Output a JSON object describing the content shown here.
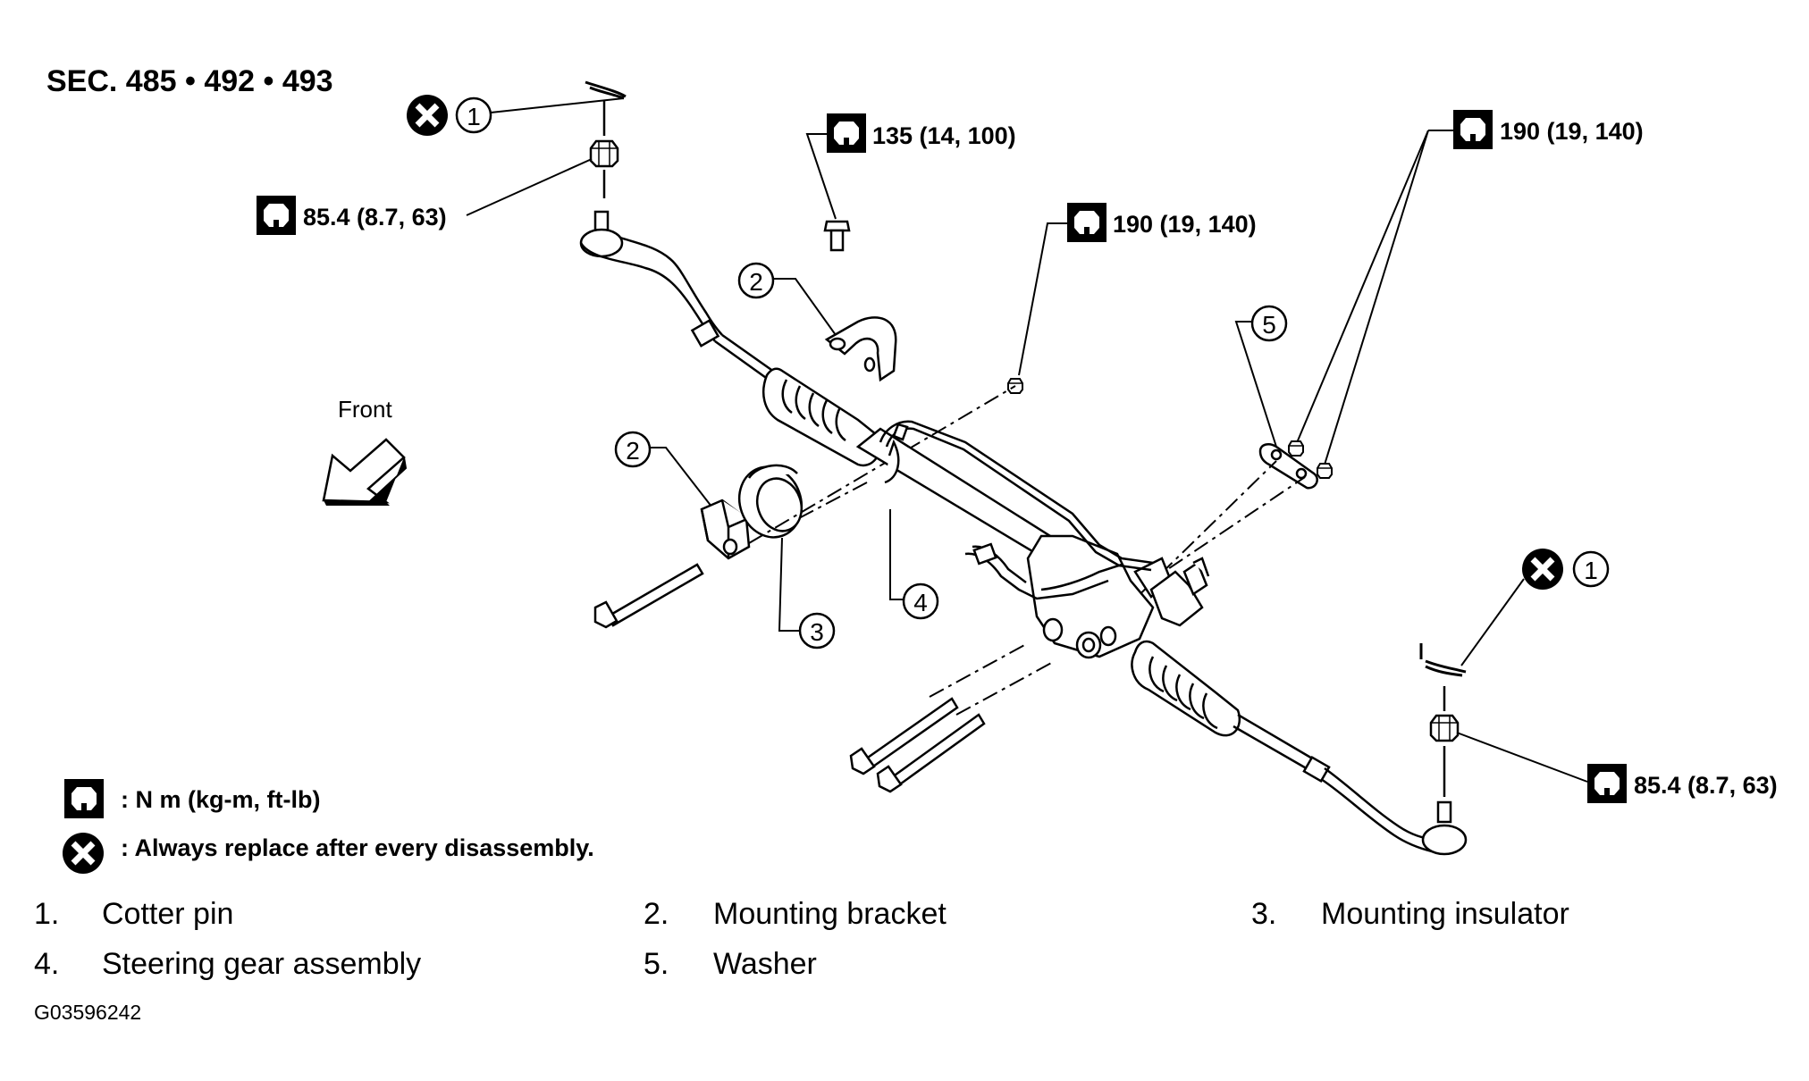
{
  "section": "SEC. 485 • 492 • 493",
  "front_label": "Front",
  "torques": {
    "nut_upper_left": "85.4 (8.7, 63)",
    "bolt_top": "135 (14, 100)",
    "nut_center": "190 (19, 140)",
    "nuts_right": "190 (19, 140)",
    "nut_lower_right": "85.4 (8.7, 63)"
  },
  "callouts": {
    "c1_top": "1",
    "c2_upper": "2",
    "c2_left": "2",
    "c3": "3",
    "c4": "4",
    "c5": "5",
    "c1_right": "1"
  },
  "legend": {
    "torque_unit": ": N m (kg-m, ft-lb)",
    "replace_note": ": Always replace after every disassembly."
  },
  "parts": [
    {
      "num": "1.",
      "name": "Cotter pin"
    },
    {
      "num": "2.",
      "name": "Mounting bracket"
    },
    {
      "num": "3.",
      "name": "Mounting insulator"
    },
    {
      "num": "4.",
      "name": "Steering gear assembly"
    },
    {
      "num": "5.",
      "name": "Washer"
    }
  ],
  "figure_code": "G03596242"
}
